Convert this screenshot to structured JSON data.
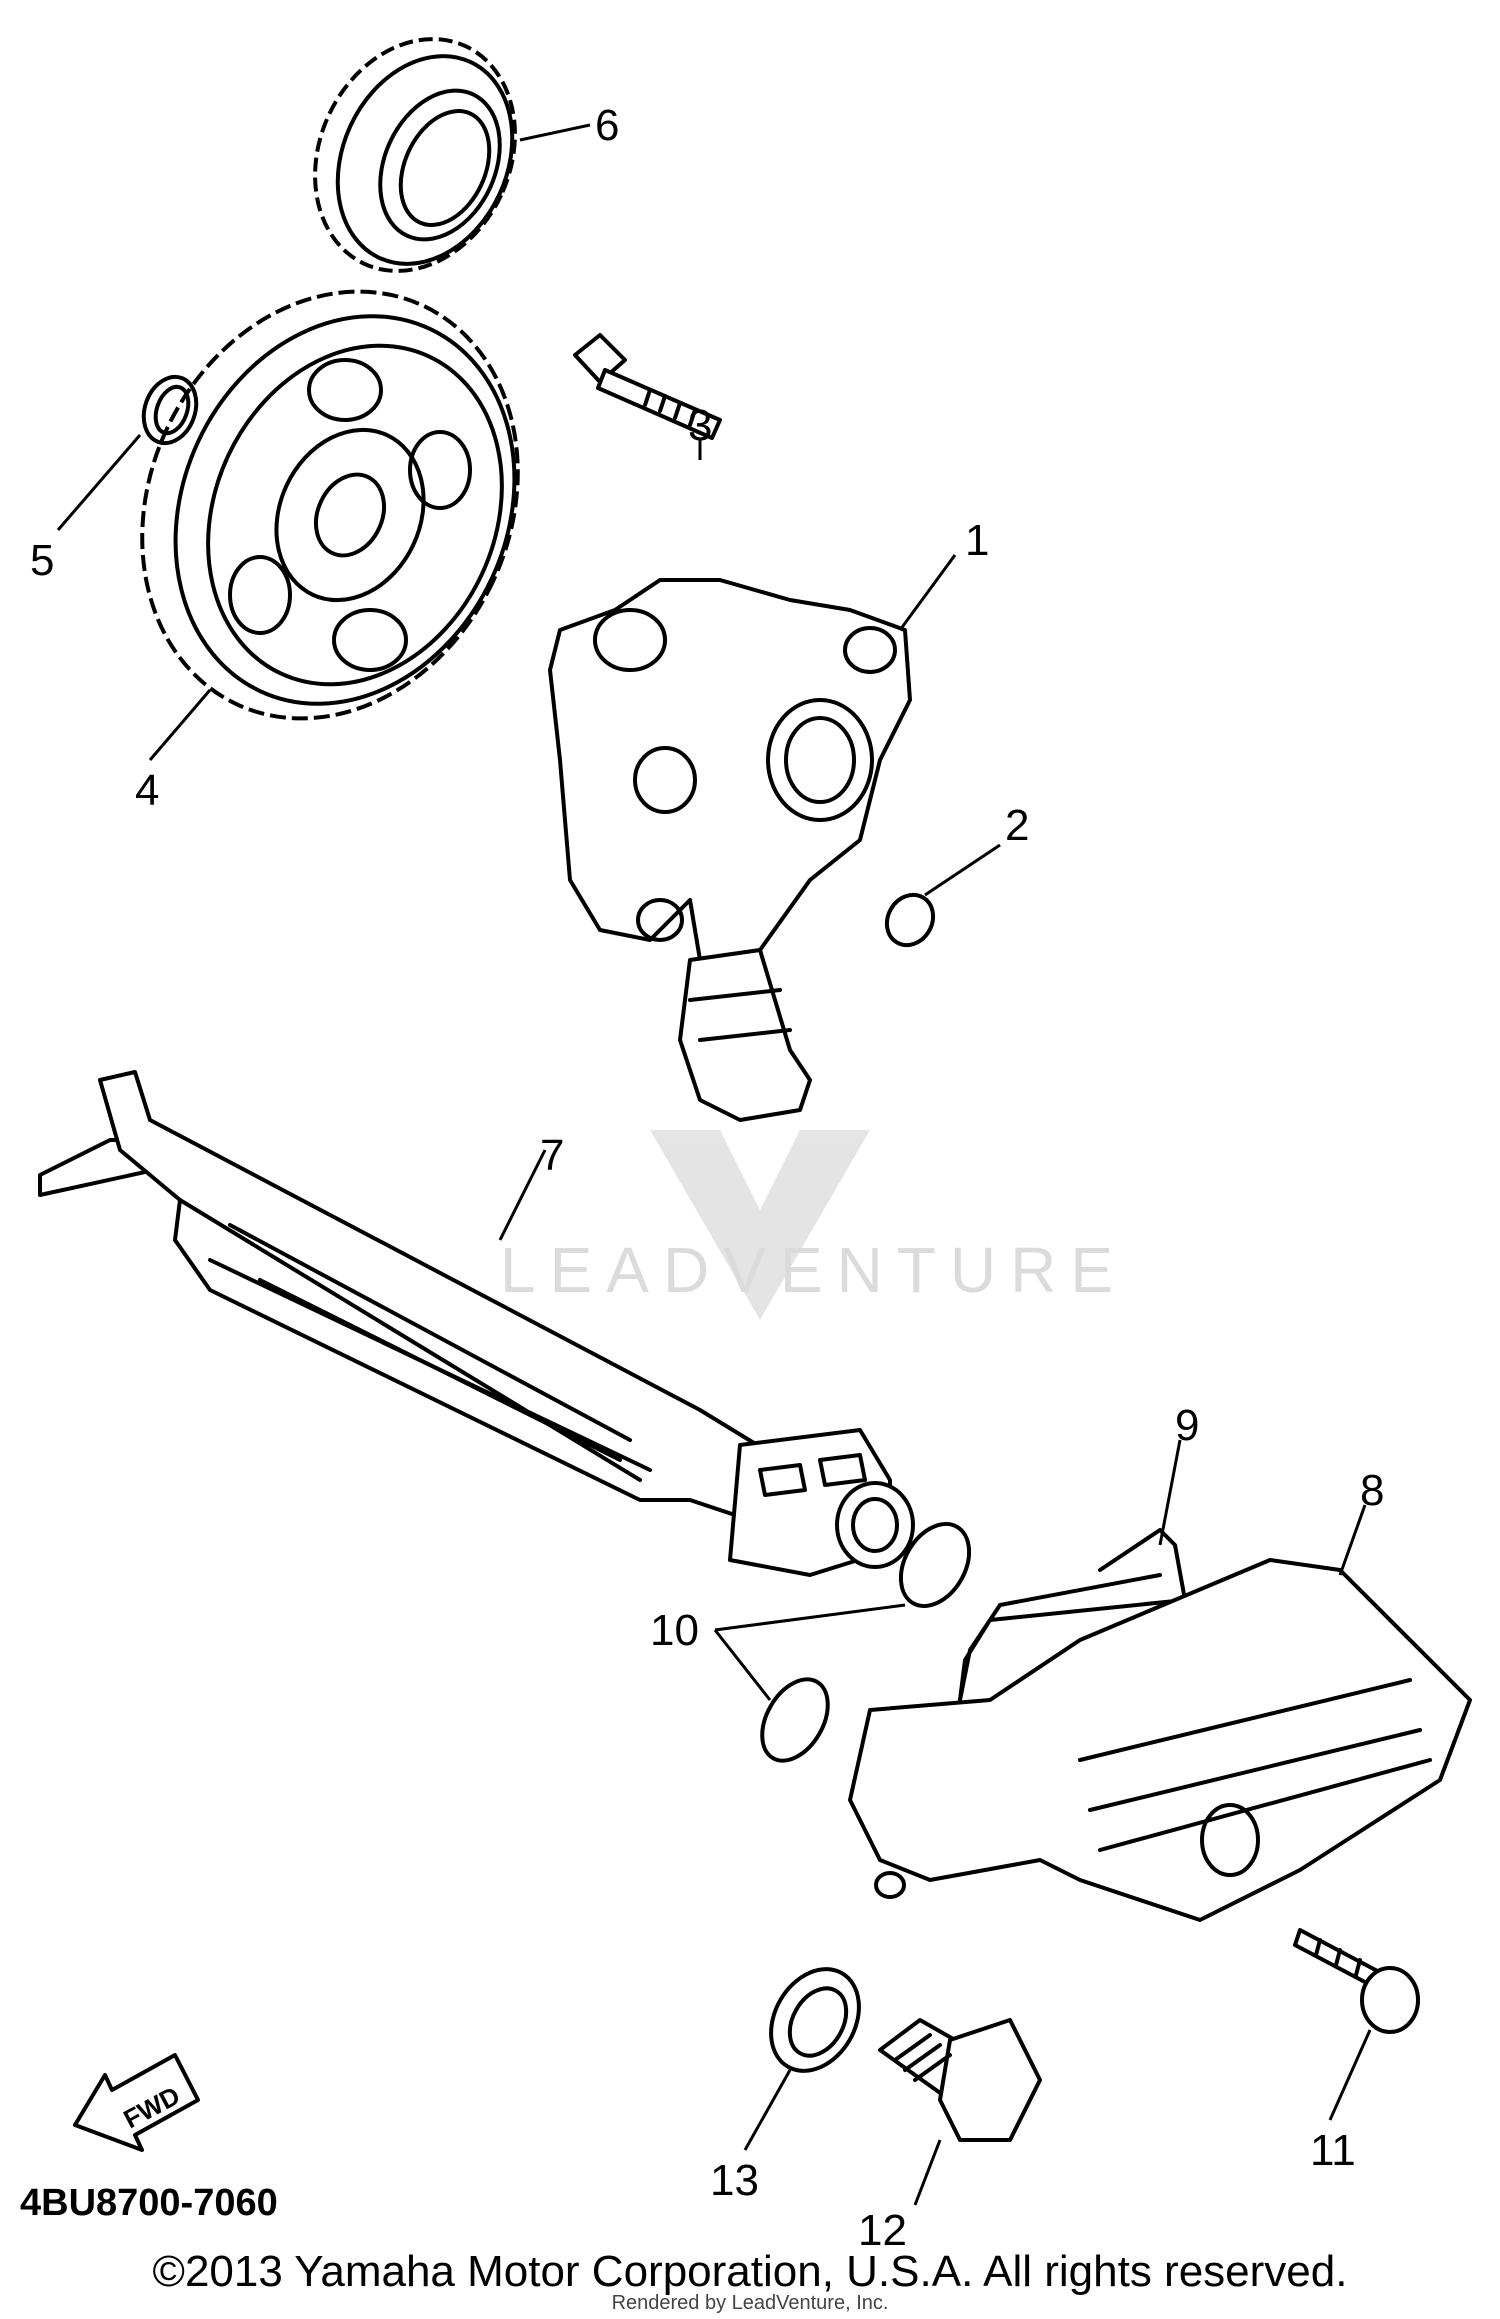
{
  "callouts": {
    "c1": "1",
    "c2": "2",
    "c3": "3",
    "c4": "4",
    "c5": "5",
    "c6": "6",
    "c7": "7",
    "c8": "8",
    "c9": "9",
    "c10": "10",
    "c11": "11",
    "c12": "12",
    "c13": "13"
  },
  "fwd_label": "FWD",
  "part_code": "4BU8700-7060",
  "watermark": "LEADVENTURE",
  "copyright": "©2013 Yamaha Motor Corporation, U.S.A. All rights reserved.",
  "rendered_by": "Rendered by LeadVenture, Inc."
}
